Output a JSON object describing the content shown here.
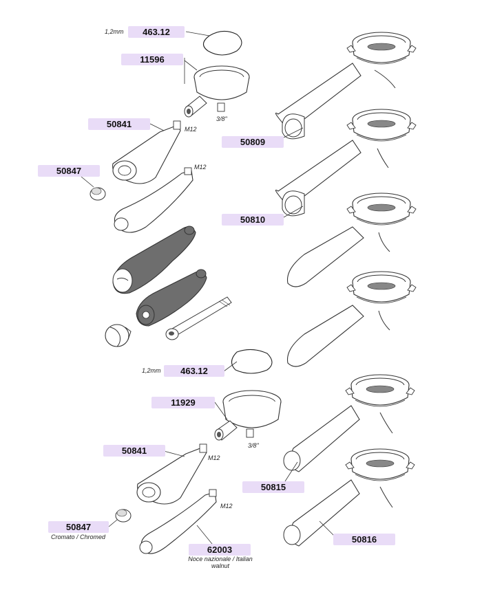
{
  "colors": {
    "label_bg": "#e9dcf7",
    "line": "#333333",
    "rubber": "#6e6e6e",
    "fill": "#ffffff"
  },
  "labels": {
    "gasket_top": "463.12",
    "body_top": "11596",
    "handle_top": "50841",
    "cap_top": "50847",
    "assembled_1": "50809",
    "assembled_2": "50810",
    "gasket_bottom": "463.12",
    "body_bottom": "11929",
    "handle_bottom": "50841",
    "cap_bottom": "50847",
    "wood_handle": "62003",
    "assembled_3": "50815",
    "assembled_4": "50816"
  },
  "notes": {
    "thickness_top": "1,2mm",
    "thread_top": "3/8\"",
    "m12_a": "M12",
    "m12_b": "M12",
    "thickness_bottom": "1,2mm",
    "thread_bottom": "3/8\"",
    "m12_c": "M12",
    "m12_d": "M12",
    "cap_finish": "Cromato / Chromed",
    "wood_finish": "Noce nazionale / Italian walnut"
  },
  "icons": {
    "gasket": "gasket-ring-icon",
    "basket": "filter-holder-icon",
    "handle": "handle-icon",
    "cap": "end-cap-icon",
    "bolt": "screw-bolt-icon"
  }
}
